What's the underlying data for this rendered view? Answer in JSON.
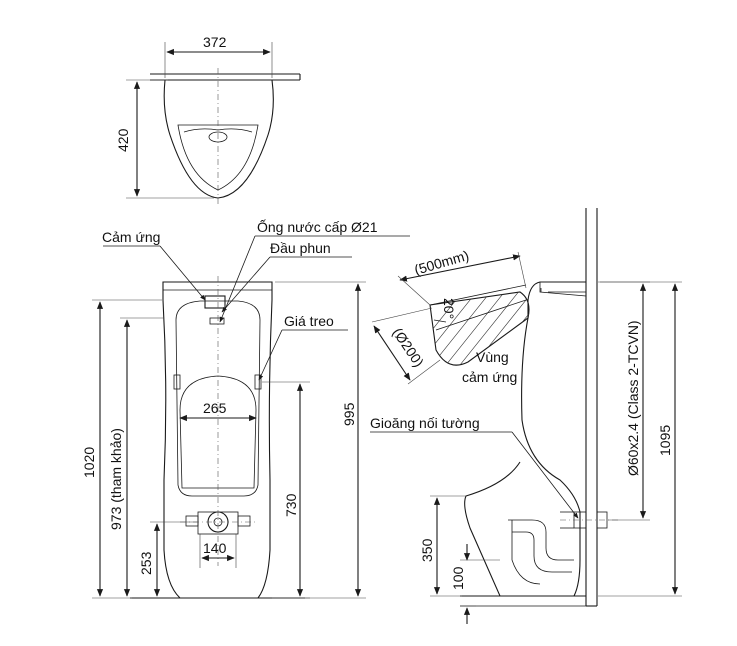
{
  "top_view": {
    "dim_width": "372",
    "dim_depth": "420"
  },
  "front_view": {
    "label_sensor": "Cảm ứng",
    "label_water_pipe": "Ống nước cấp Ø21",
    "label_nozzle": "Đầu phun",
    "label_hanger": "Giá treo",
    "dim_bowl_width": "265",
    "dim_outlet_width": "140",
    "dim_total_height": "1020",
    "dim_reference_height": "973 (tham khảo)",
    "dim_outlet_height": "253",
    "dim_hanger_height": "730",
    "dim_sensor_height": "995"
  },
  "side_view": {
    "dim_sensor_range": "(500mm)",
    "dim_sensor_angle": "20°",
    "dim_sensor_diameter": "(Ø200)",
    "label_sensor_zone": "Vùng",
    "label_sensor_zone_2": "cảm ứng",
    "label_wall_gasket": "Gioăng nối tường",
    "dim_drain_pipe": "Ø60x2.4 (Class 2-TCVN)",
    "dim_side_total_height": "1095",
    "dim_drain_height": "350",
    "dim_floor_offset": "100"
  }
}
